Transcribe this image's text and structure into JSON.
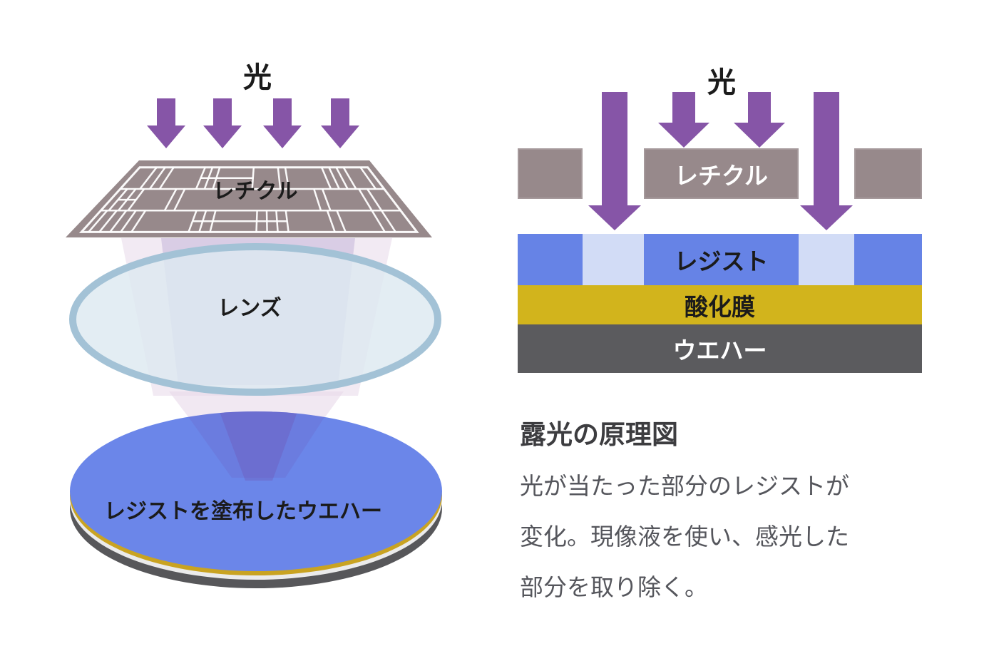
{
  "left_diagram": {
    "light_label": "光",
    "reticle_label": "レチクル",
    "lens_label": "レンズ",
    "wafer_label": "レジストを塗布したウエハー"
  },
  "right_diagram": {
    "light_label": "光",
    "reticle_label": "レチクル",
    "resist_label": "レジスト",
    "oxide_label": "酸化膜",
    "wafer_label": "ウエハー"
  },
  "caption": {
    "title": "露光の原理図",
    "body_lines": [
      "光が当たった部分のレジストが",
      "変化。現像液を使い、感光した",
      "部分を取り除く。"
    ]
  },
  "colors": {
    "arrow_purple": "#8655a7",
    "reticle_taupe": "#97898b",
    "resist_blue": "#6683e6",
    "resist_exposed": "#d2dcf6",
    "oxide_yellow": "#d2b41c",
    "wafer_gray": "#5b5b5e",
    "lens_ring": "#a3c2d6",
    "lens_fill": "#dde9f0",
    "disk_blue": "#6b86e9",
    "disk_yellow": "#c9a322",
    "disk_white": "#ebebeb",
    "disk_gray": "#57575a",
    "beam_pink": "#e8d8ea",
    "beam_lavender": "#c9bbdb",
    "label_black": "#1b1b1b",
    "heading_gray": "#3d3d40",
    "body_gray": "#55565c"
  }
}
